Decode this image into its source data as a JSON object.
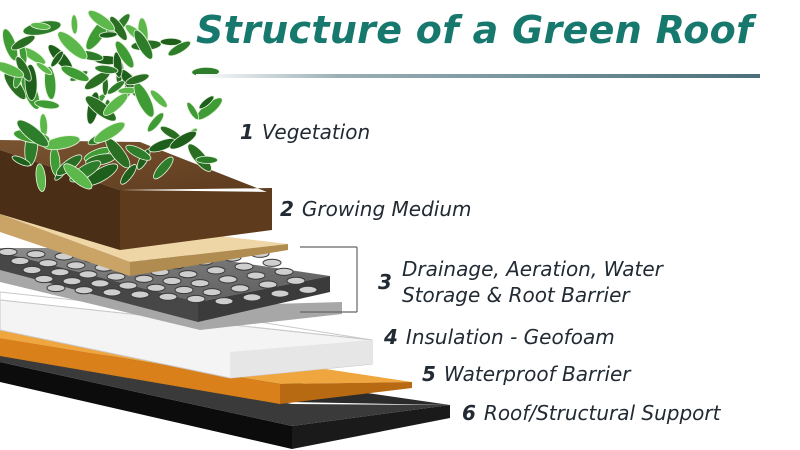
{
  "title": "Structure of a Green Roof",
  "layers": [
    {
      "number": "1",
      "name": "Vegetation"
    },
    {
      "number": "2",
      "name": "Growing Medium"
    },
    {
      "number": "3",
      "name_line1": "Drainage, Aeration, Water",
      "name_line2": "Storage & Root Barrier"
    },
    {
      "number": "4",
      "name": "Insulation - Geofoam"
    },
    {
      "number": "5",
      "name": "Waterproof Barrier"
    },
    {
      "number": "6",
      "name": "Roof/Structural Support"
    }
  ],
  "colors": {
    "title": "#17786d",
    "roof_support": "#111111",
    "waterproof_barrier": "#e08a1e",
    "insulation": "#f2f2f2",
    "drainage": "#6c6c6c",
    "filter_fabric": "#e2c48e",
    "growing_medium": "#6b4524",
    "vegetation": "#2f7d2a"
  }
}
